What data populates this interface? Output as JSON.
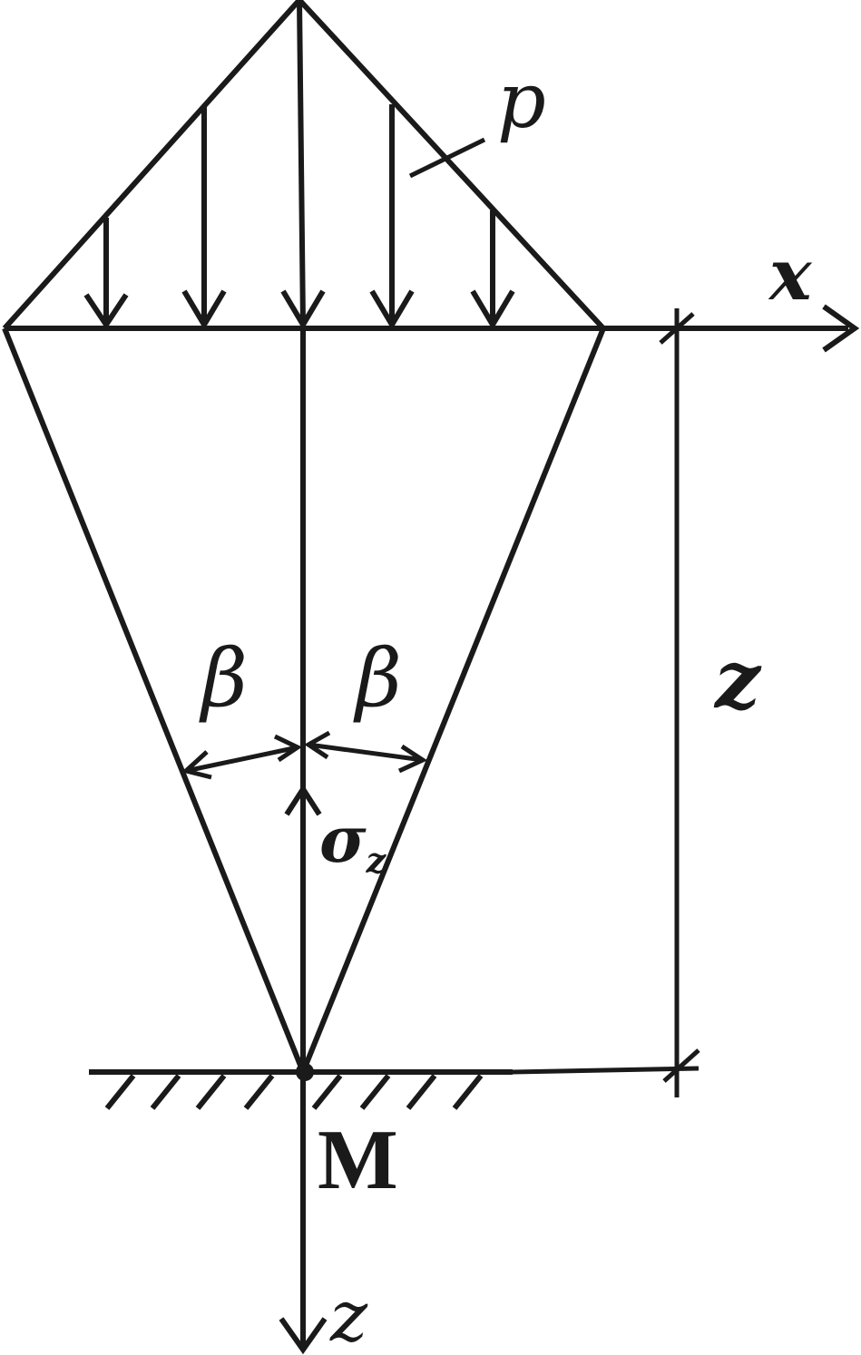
{
  "labels": {
    "load": "p",
    "x_axis": "x",
    "z_axis": "z",
    "depth": "z",
    "angle_left": "β",
    "angle_right": "β",
    "stress_sigma": "σ",
    "stress_sub": "z",
    "point": "M"
  },
  "colors": {
    "stroke": "#1a1a1a",
    "background": "#ffffff"
  }
}
